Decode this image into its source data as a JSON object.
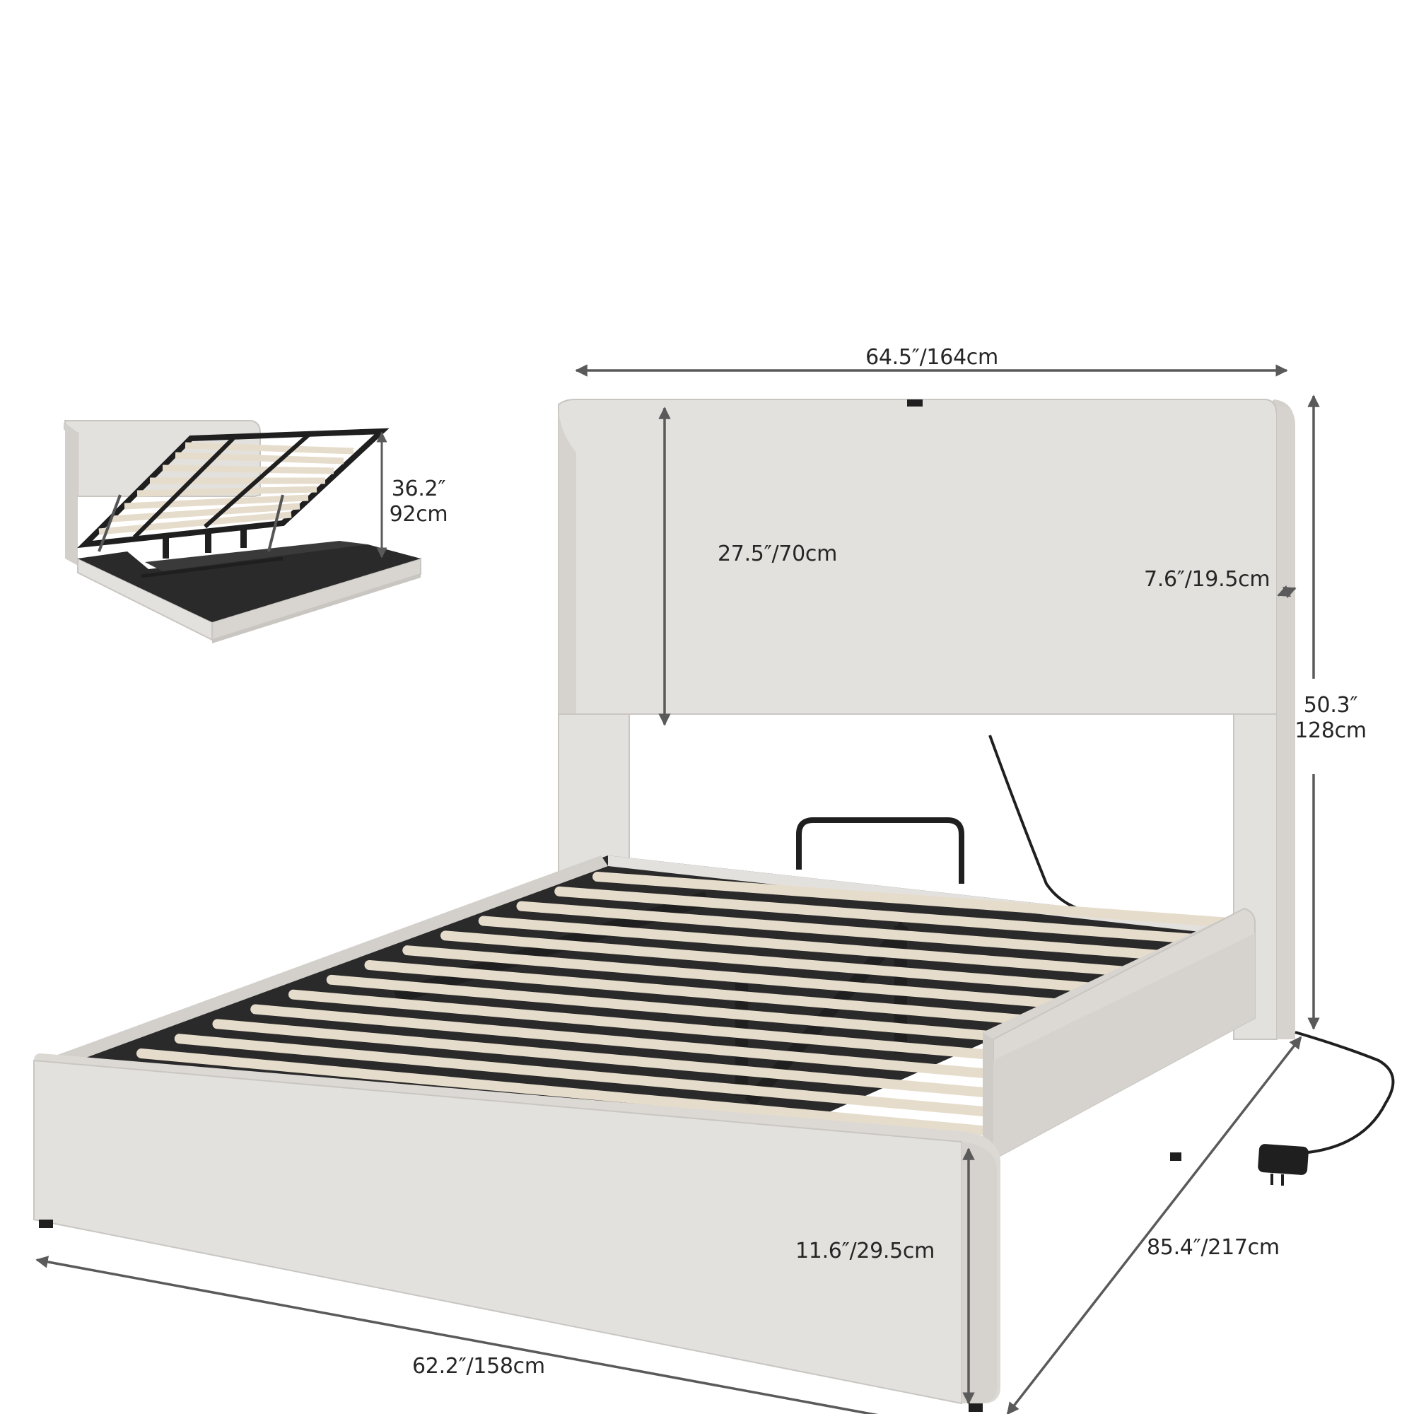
{
  "dimensions": {
    "width_top": "64.5″/164cm",
    "headboard_panel_height": "27.5″/70cm",
    "wing_depth": "7.6″/19.5cm",
    "total_height": {
      "inch": "50.3″",
      "cm": "128cm"
    },
    "side_rail_height": "11.6″/29.5cm",
    "front_width": "62.2″/158cm",
    "length": "85.4″/217cm",
    "lift_height": {
      "inch": "36.2″",
      "cm": "92cm"
    }
  },
  "colors": {
    "fabric": "#e3e1de",
    "fabric_shade": "#d3d0cc",
    "slat": "#e6dccb",
    "metal": "#1f1f1f",
    "arrow": "#5a5a5a"
  }
}
